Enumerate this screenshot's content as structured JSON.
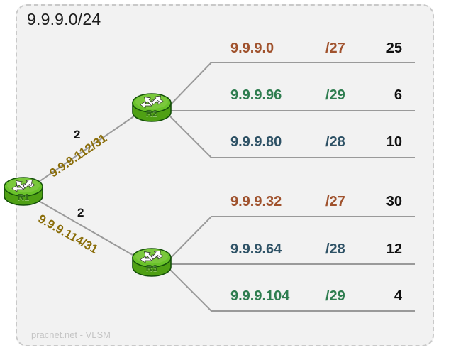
{
  "title": "9.9.9.0/24",
  "watermark": "pracnet.net - VLSM",
  "colors": {
    "canvas_bg": "#f2f2f2",
    "border": "#c9c9c9",
    "line": "#9a9a9a",
    "rust": "#a0522d",
    "green": "#2e7d4f",
    "blue": "#2e5266",
    "black": "#101010",
    "gold": "#8a6d09",
    "router_body": "#4fa014",
    "router_top": "#7ec93f"
  },
  "routers": [
    {
      "id": "r1",
      "label": "R1"
    },
    {
      "id": "r2",
      "label": "R2"
    },
    {
      "id": "r3",
      "label": "R3"
    }
  ],
  "links": [
    {
      "id": "r1-r2",
      "cost": "2",
      "network": "9.9.9.112/31"
    },
    {
      "id": "r1-r3",
      "cost": "2",
      "network": "9.9.9.114/31"
    }
  ],
  "subnet_groups": [
    {
      "router": "R2",
      "rows": [
        {
          "network": "9.9.9.0",
          "mask": "/27",
          "hosts": "25",
          "color": "rust"
        },
        {
          "network": "9.9.9.96",
          "mask": "/29",
          "hosts": "6",
          "color": "green"
        },
        {
          "network": "9.9.9.80",
          "mask": "/28",
          "hosts": "10",
          "color": "blue"
        }
      ]
    },
    {
      "router": "R3",
      "rows": [
        {
          "network": "9.9.9.32",
          "mask": "/27",
          "hosts": "30",
          "color": "rust"
        },
        {
          "network": "9.9.9.64",
          "mask": "/28",
          "hosts": "12",
          "color": "blue"
        },
        {
          "network": "9.9.9.104",
          "mask": "/29",
          "hosts": "4",
          "color": "green"
        }
      ]
    }
  ]
}
